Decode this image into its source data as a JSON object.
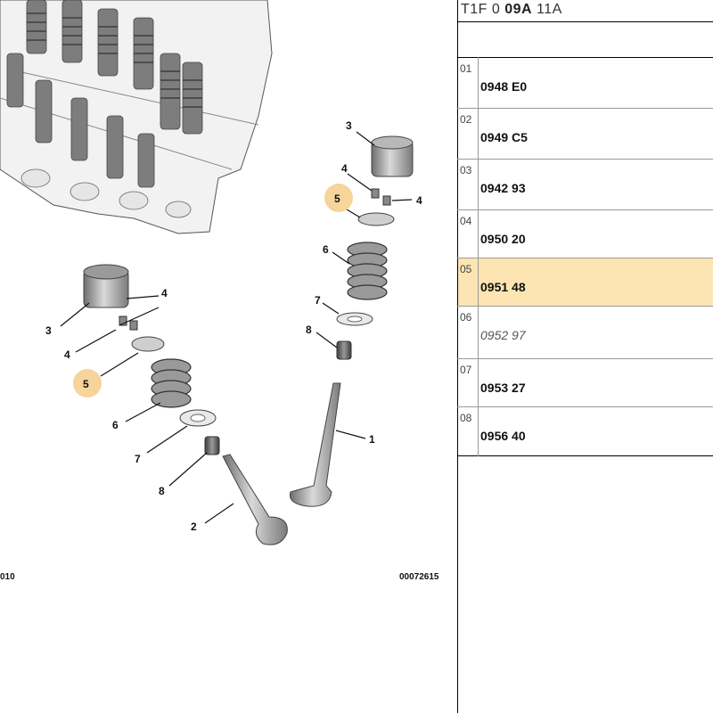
{
  "header": {
    "prefix": "T1F 0 ",
    "bold": "09A",
    "suffix": " 11A"
  },
  "references": [
    {
      "index": "01",
      "ref": "0948 E0",
      "selected": false,
      "muted": false
    },
    {
      "index": "02",
      "ref": "0949 C5",
      "selected": false,
      "muted": false
    },
    {
      "index": "03",
      "ref": "0942 93",
      "selected": false,
      "muted": false
    },
    {
      "index": "04",
      "ref": "0950 20",
      "selected": false,
      "muted": false
    },
    {
      "index": "05",
      "ref": "0951 48",
      "selected": true,
      "muted": false
    },
    {
      "index": "06",
      "ref": "0952 97",
      "selected": false,
      "muted": true
    },
    {
      "index": "07",
      "ref": "0953 27",
      "selected": false,
      "muted": false
    },
    {
      "index": "08",
      "ref": "0956 40",
      "selected": false,
      "muted": false
    }
  ],
  "diagram": {
    "callouts": {
      "c1": "1",
      "c2": "2",
      "c3a": "3",
      "c3b": "3",
      "c4a": "4",
      "c4b": "4",
      "c4c": "4",
      "c4d": "4",
      "c5a": "5",
      "c5b": "5",
      "c6a": "6",
      "c6b": "6",
      "c7a": "7",
      "c7b": "7",
      "c8a": "8",
      "c8b": "8"
    },
    "left_code": "010",
    "right_code": "00072615"
  },
  "colors": {
    "highlight": "#fce5b3",
    "callout_badge": "#f6d49a"
  }
}
